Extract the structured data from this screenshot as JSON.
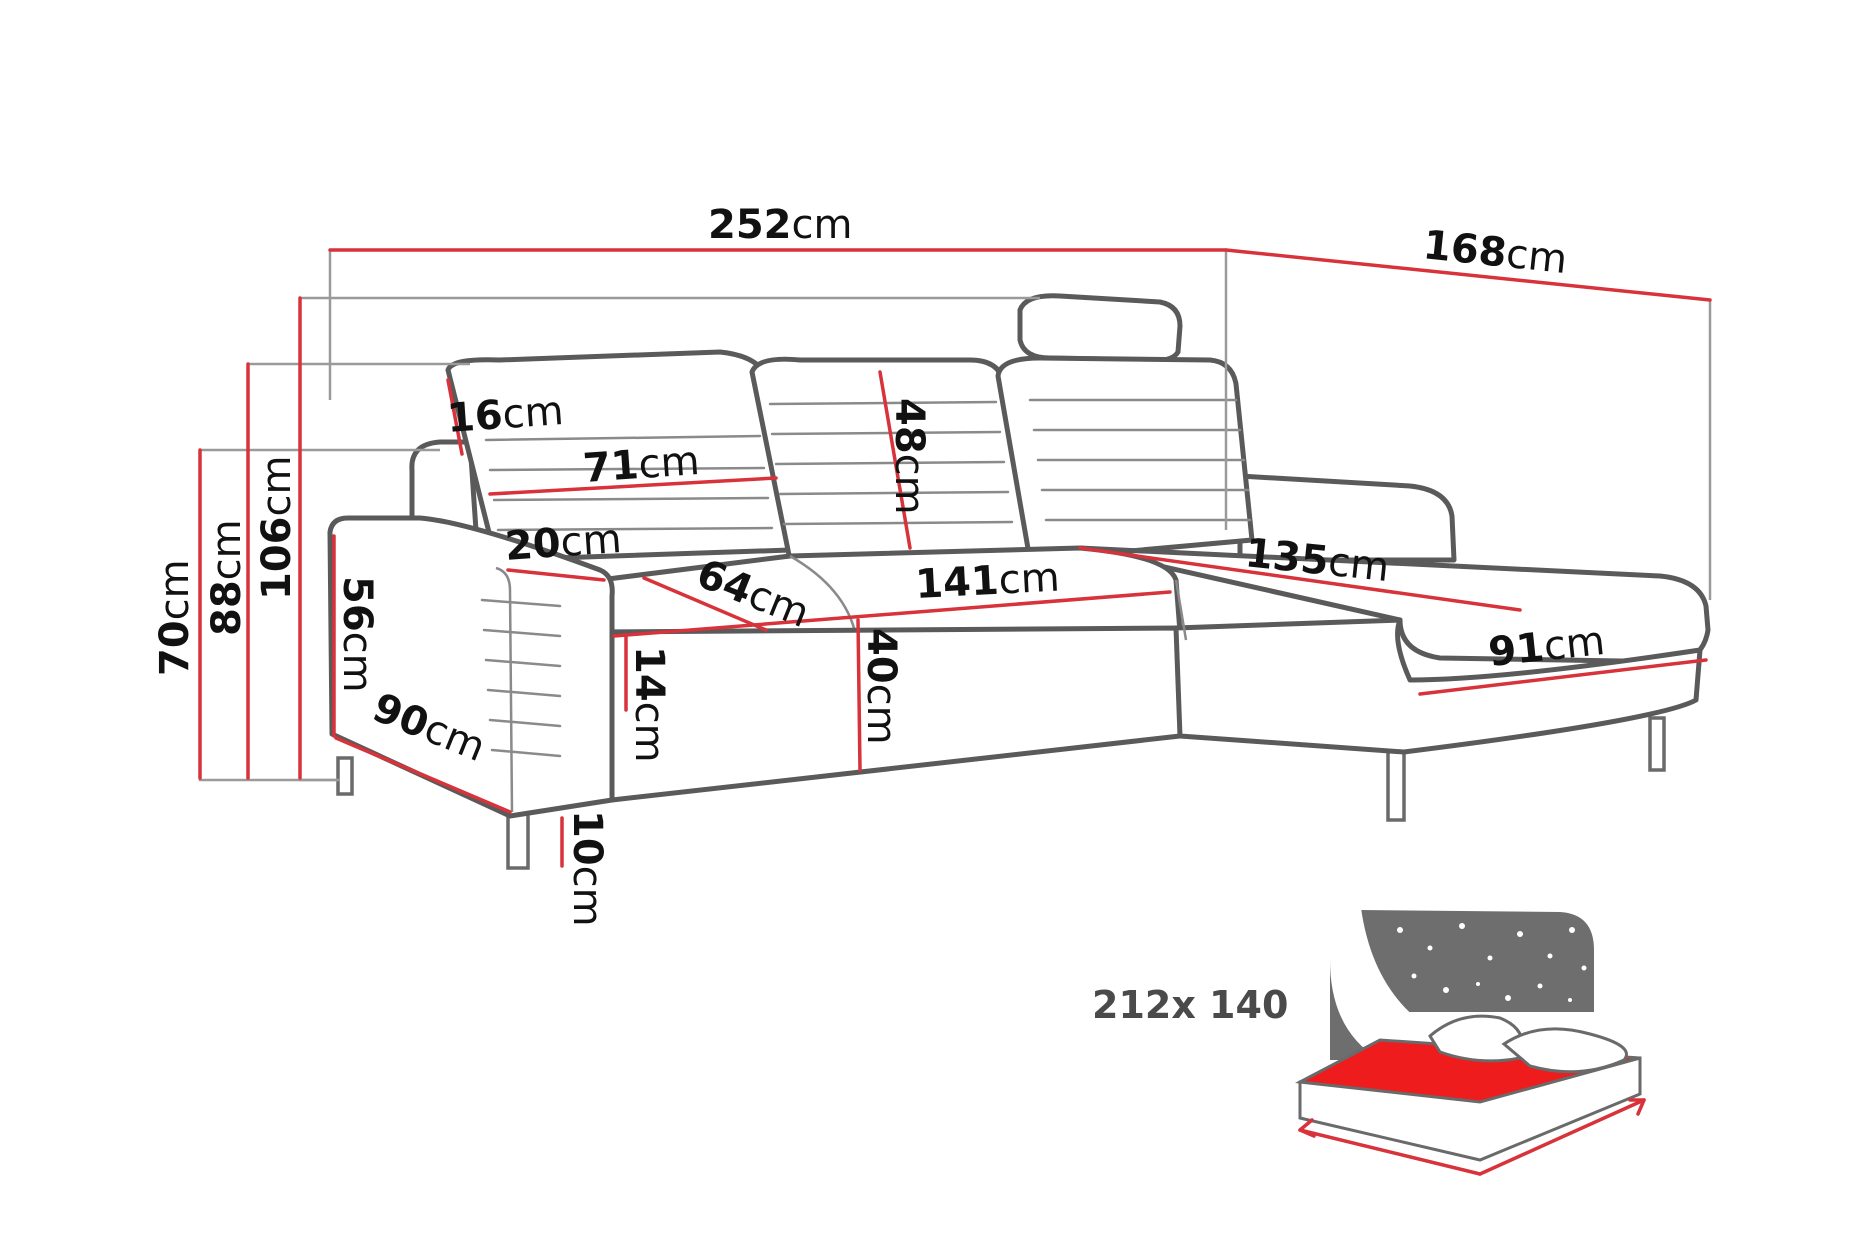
{
  "unit": "cm",
  "dimensions": {
    "total_width": "252",
    "chaise_depth": "168",
    "backrest_depth": "16",
    "seat_cushion_width": "71",
    "backrest_height": "48",
    "armrest_width": "20",
    "seat_depth": "64",
    "seat_width": "141",
    "chaise_length": "135",
    "chaise_width": "91",
    "armrest_height": "56",
    "side_depth": "90",
    "seat_thickness": "14",
    "seat_height": "40",
    "leg_height": "10",
    "height_70": "70",
    "height_88": "88",
    "height_106": "106"
  },
  "bed": {
    "label": "212x 140"
  },
  "colors": {
    "dimension_line": "#d8323a",
    "outline": "#5a5a5a",
    "mattress": "#ee1c1c",
    "night_sky": "#6e6e6e"
  },
  "icons": [
    "sofa-bed-icon"
  ]
}
